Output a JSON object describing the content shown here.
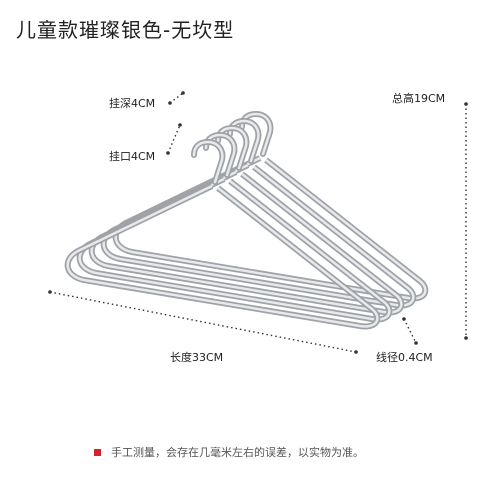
{
  "title": "儿童款璀璨银色-无坎型",
  "labels": {
    "hook_depth": "挂深4CM",
    "hook_opening": "挂口4CM",
    "total_height": "总高19CM",
    "length": "长度33CM",
    "wire_diameter": "线径0.4CM"
  },
  "note": "手工测量，会存在几毫米左右的误差，以实物为准。",
  "colors": {
    "note_marker": "#d8202a",
    "wire": "#b9bcc0",
    "dots": "#333333"
  }
}
